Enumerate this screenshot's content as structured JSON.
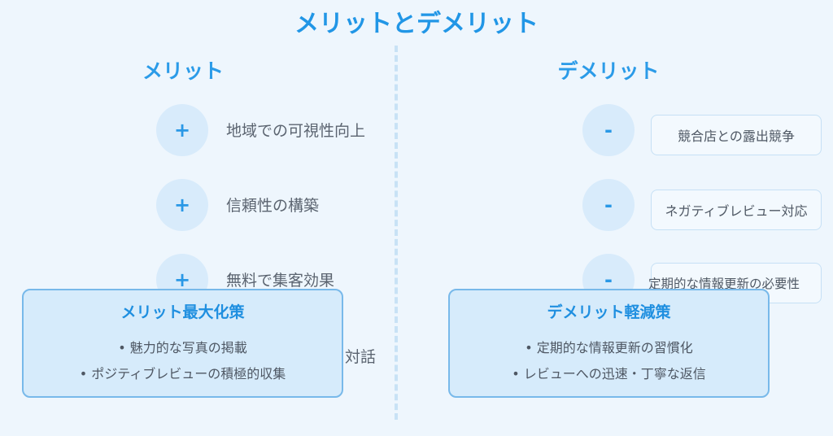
{
  "title": "メリットとデメリット",
  "merits": {
    "heading": "メリット",
    "items": [
      {
        "symbol": "+",
        "label": "地域での可視性向上"
      },
      {
        "symbol": "+",
        "label": "信頼性の構築"
      },
      {
        "symbol": "+",
        "label": "無料で集客効果"
      }
    ],
    "hidden_item_fragment": "対話",
    "strategy": {
      "title": "メリット最大化策",
      "points": [
        "• 魅力的な写真の掲載",
        "• ポジティブレビューの積極的収集"
      ]
    }
  },
  "demerits": {
    "heading": "デメリット",
    "items": [
      {
        "symbol": "-",
        "label": "競合店との露出競争"
      },
      {
        "symbol": "-",
        "label": "ネガティブレビュー対応"
      },
      {
        "symbol": "-",
        "label": "定期的な情報更新の必要性"
      }
    ],
    "strategy": {
      "title": "デメリット軽減策",
      "points": [
        "• 定期的な情報更新の習慣化",
        "• レビューへの迅速・丁寧な返信"
      ]
    }
  }
}
